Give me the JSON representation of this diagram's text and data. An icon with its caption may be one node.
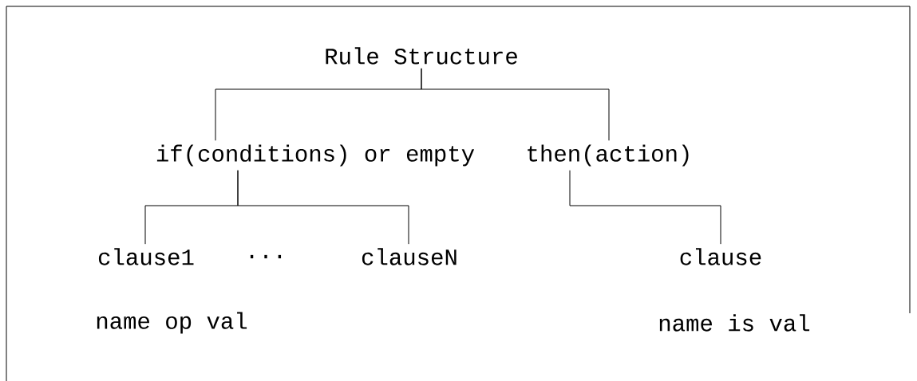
{
  "diagram": {
    "nodes": [
      {
        "text": [
          "Rule Structure"
        ]
      },
      {
        "text": [
          "if(conditions) or empty"
        ]
      },
      {
        "text": [
          "then(action)"
        ]
      },
      {
        "text": [
          "clause1"
        ]
      },
      {
        "text": [
          "clauseN"
        ]
      },
      {
        "text": [
          "clause"
        ]
      }
    ],
    "edges": [
      {
        "from": 0,
        "to": 1,
        "arrow": "none"
      },
      {
        "from": 0,
        "to": 2,
        "arrow": "none"
      },
      {
        "from": 1,
        "to": 3,
        "arrow": "none"
      },
      {
        "from": 1,
        "to": 4,
        "arrow": "none"
      },
      {
        "from": 2,
        "to": 5,
        "arrow": "none"
      }
    ],
    "labels": [
      "...",
      "name op val",
      "name is val"
    ]
  }
}
